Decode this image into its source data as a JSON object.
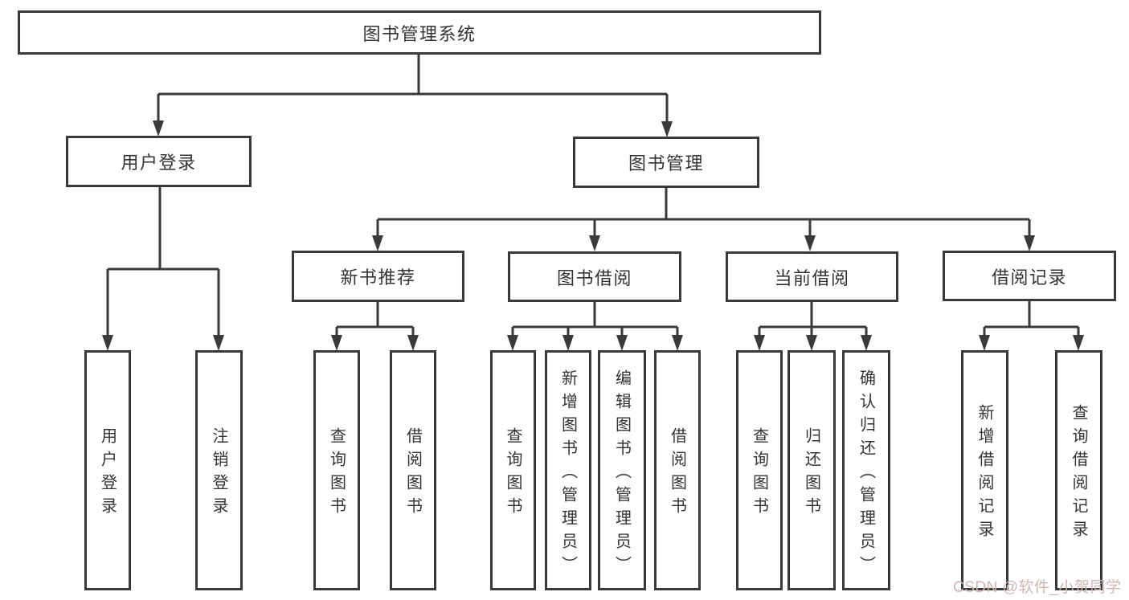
{
  "diagram_type": "tree",
  "tree": {
    "label": "图书管理系统",
    "children": [
      {
        "label": "用户登录",
        "children": [
          {
            "label": "用户登录"
          },
          {
            "label": "注销登录"
          }
        ]
      },
      {
        "label": "图书管理",
        "children": [
          {
            "label": "新书推荐",
            "children": [
              {
                "label": "查询图书"
              },
              {
                "label": "借阅图书"
              }
            ]
          },
          {
            "label": "图书借阅",
            "children": [
              {
                "label": "查询图书"
              },
              {
                "label": "新增图书（管理员）"
              },
              {
                "label": "编辑图书（管理员）"
              },
              {
                "label": "借阅图书"
              }
            ]
          },
          {
            "label": "当前借阅",
            "children": [
              {
                "label": "查询图书"
              },
              {
                "label": "归还图书"
              },
              {
                "label": "确认归还（管理员）"
              }
            ]
          },
          {
            "label": "借阅记录",
            "children": [
              {
                "label": "新增借阅记录"
              },
              {
                "label": "查询借阅记录"
              }
            ]
          }
        ]
      }
    ]
  },
  "watermark": {
    "text": "CSDN @软件_小贺同学"
  },
  "colors": {
    "line": "#3a3a3a",
    "node_border": "#3a3a3a",
    "node_text": "#333333",
    "background": "#ffffff",
    "watermark": "#cfb6b6"
  }
}
